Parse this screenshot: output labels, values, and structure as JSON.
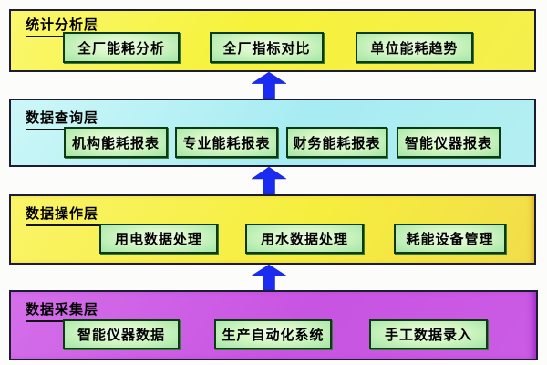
{
  "diagram": {
    "type": "layered-architecture",
    "arrow": {
      "direction": "up",
      "color": "#1b2cf2",
      "count": 3
    },
    "node_color": "#c9f2bb",
    "layers": [
      {
        "name": "统计分析层",
        "bg": "#f6f23a",
        "boxes": [
          "全厂能耗分析",
          "全厂指标对比",
          "单位能耗趋势"
        ]
      },
      {
        "name": "数据查询层",
        "bg": "#a6ecf2",
        "boxes": [
          "机构能耗报表",
          "专业能耗报表",
          "财务能耗报表",
          "智能仪器报表"
        ]
      },
      {
        "name": "数据操作层",
        "bg": "#f6ee3e",
        "boxes": [
          "用电数据处理",
          "用水数据处理",
          "耗能设备管理"
        ]
      },
      {
        "name": "数据采集层",
        "bg": "#c854e2",
        "boxes": [
          "智能仪器数据",
          "生产自动化系统",
          "手工数据录入"
        ]
      }
    ]
  }
}
